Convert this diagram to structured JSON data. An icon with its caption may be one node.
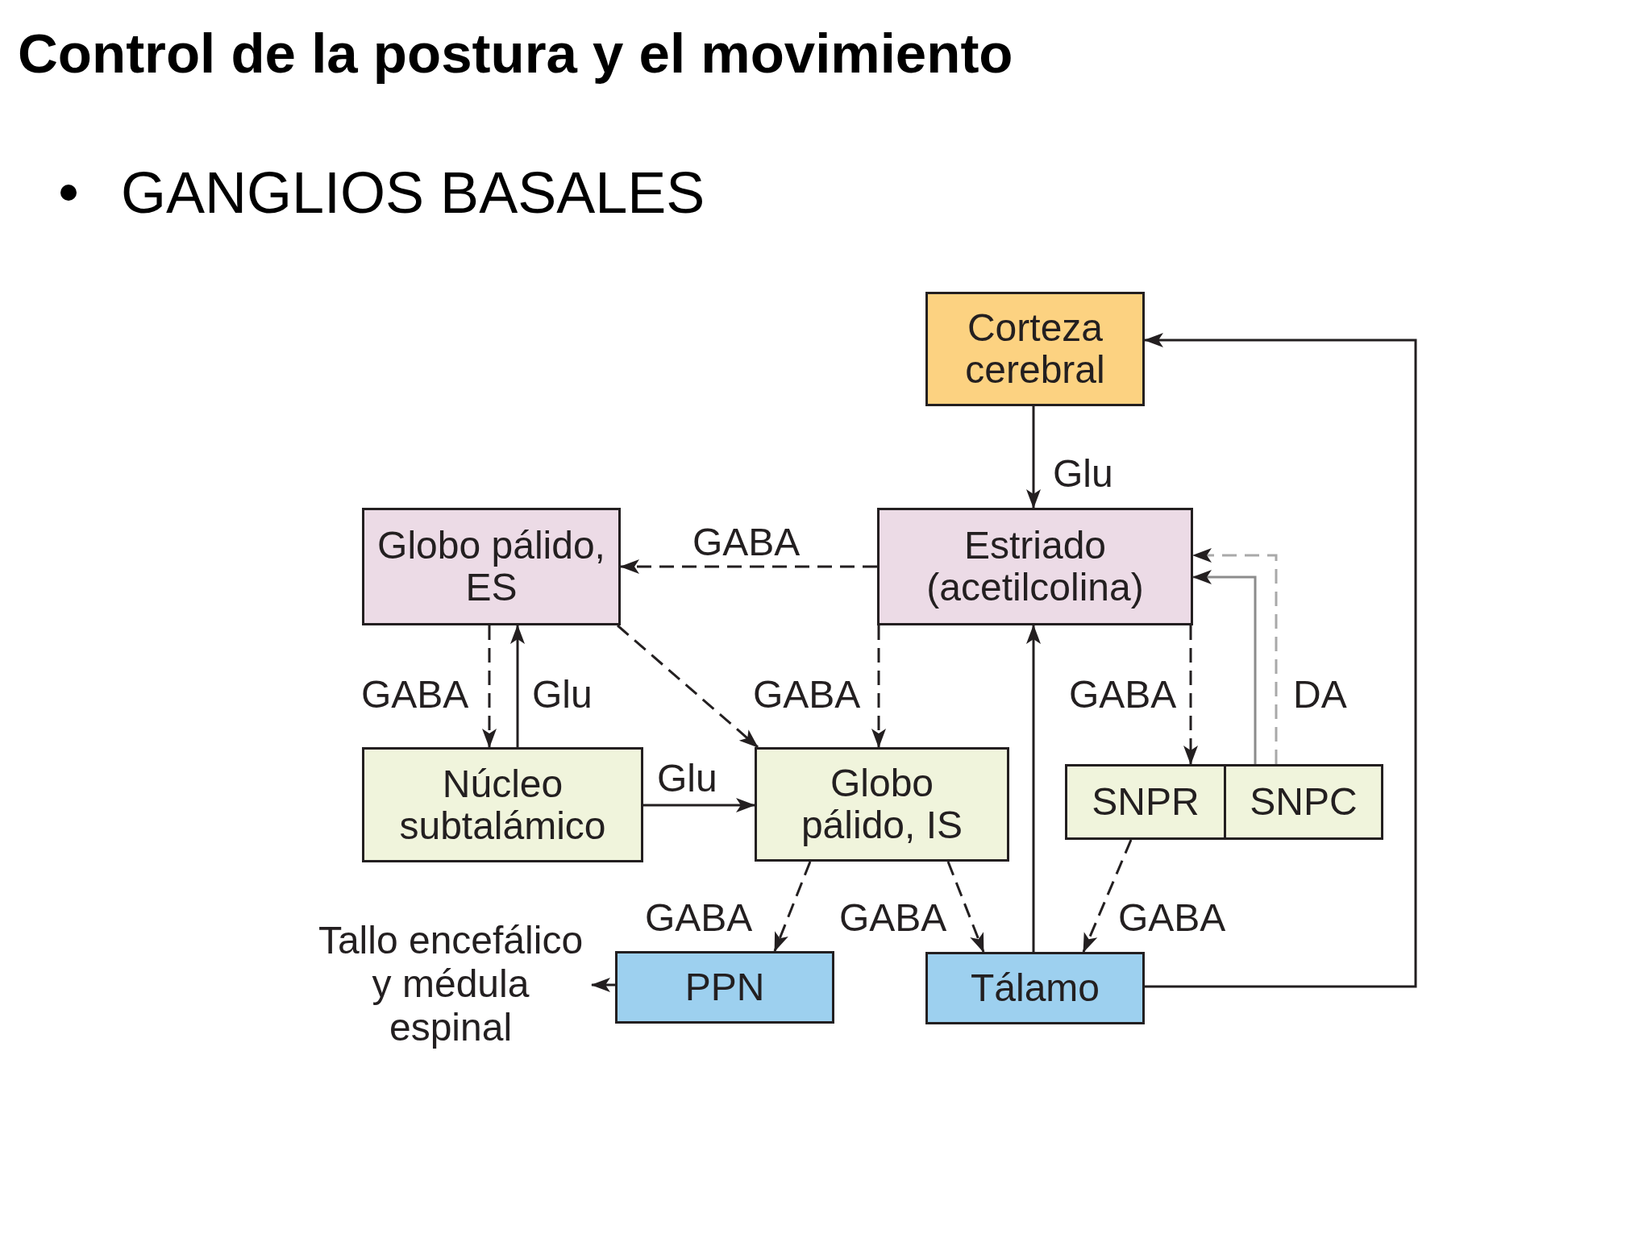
{
  "diagram": {
    "title": "Control de la postura y el movimiento",
    "nodes": [
      {
        "text": [
          "Corteza cerebral"
        ]
      },
      {
        "text": [
          "Globo pálido, ES"
        ]
      },
      {
        "text": [
          "Estriado (acetilcolina)"
        ]
      },
      {
        "text": [
          "Núcleo subtalámico"
        ]
      },
      {
        "text": [
          "Globo pálido, IS"
        ]
      },
      {
        "text": [
          "SNPR"
        ]
      },
      {
        "text": [
          "SNPC"
        ]
      },
      {
        "text": [
          "Tallo encefálico y médula espinal"
        ]
      },
      {
        "text": [
          "PPN"
        ]
      },
      {
        "text": [
          "Tálamo"
        ]
      }
    ],
    "edges": [
      {
        "from": 0,
        "to": 2,
        "arrow": "to",
        "label": "Glu"
      },
      {
        "from": 2,
        "to": 1,
        "arrow": "to",
        "label": "GABA",
        "style": "dashed"
      },
      {
        "from": 1,
        "to": 3,
        "arrow": "to",
        "label": "GABA",
        "style": "dashed"
      },
      {
        "from": 3,
        "to": 1,
        "arrow": "to",
        "label": "Glu"
      },
      {
        "from": 1,
        "to": 4,
        "arrow": "to",
        "style": "dashed"
      },
      {
        "from": 2,
        "to": 4,
        "arrow": "to",
        "label": "GABA",
        "style": "dashed"
      },
      {
        "from": 3,
        "to": 4,
        "arrow": "to",
        "label": "Glu"
      },
      {
        "from": 2,
        "to": 5,
        "arrow": "to",
        "label": "GABA",
        "style": "dashed"
      },
      {
        "from": 6,
        "to": 2,
        "arrow": "to",
        "color": "#8c8c8c"
      },
      {
        "from": 6,
        "to": 2,
        "arrow": "to",
        "label": "DA",
        "style": "dashed",
        "color": "#a9a9a9"
      },
      {
        "from": 9,
        "to": 2,
        "arrow": "to"
      },
      {
        "from": 4,
        "to": 8,
        "arrow": "to",
        "label": "GABA",
        "style": "dashed"
      },
      {
        "from": 4,
        "to": 9,
        "arrow": "to",
        "label": "GABA",
        "style": "dashed"
      },
      {
        "from": 5,
        "to": 9,
        "arrow": "to",
        "label": "GABA",
        "style": "dashed"
      },
      {
        "from": 9,
        "to": 0,
        "arrow": "to"
      },
      {
        "from": 8,
        "to": 7,
        "arrow": "to"
      }
    ],
    "labels": [
      "GANGLIOS BASALES"
    ]
  }
}
